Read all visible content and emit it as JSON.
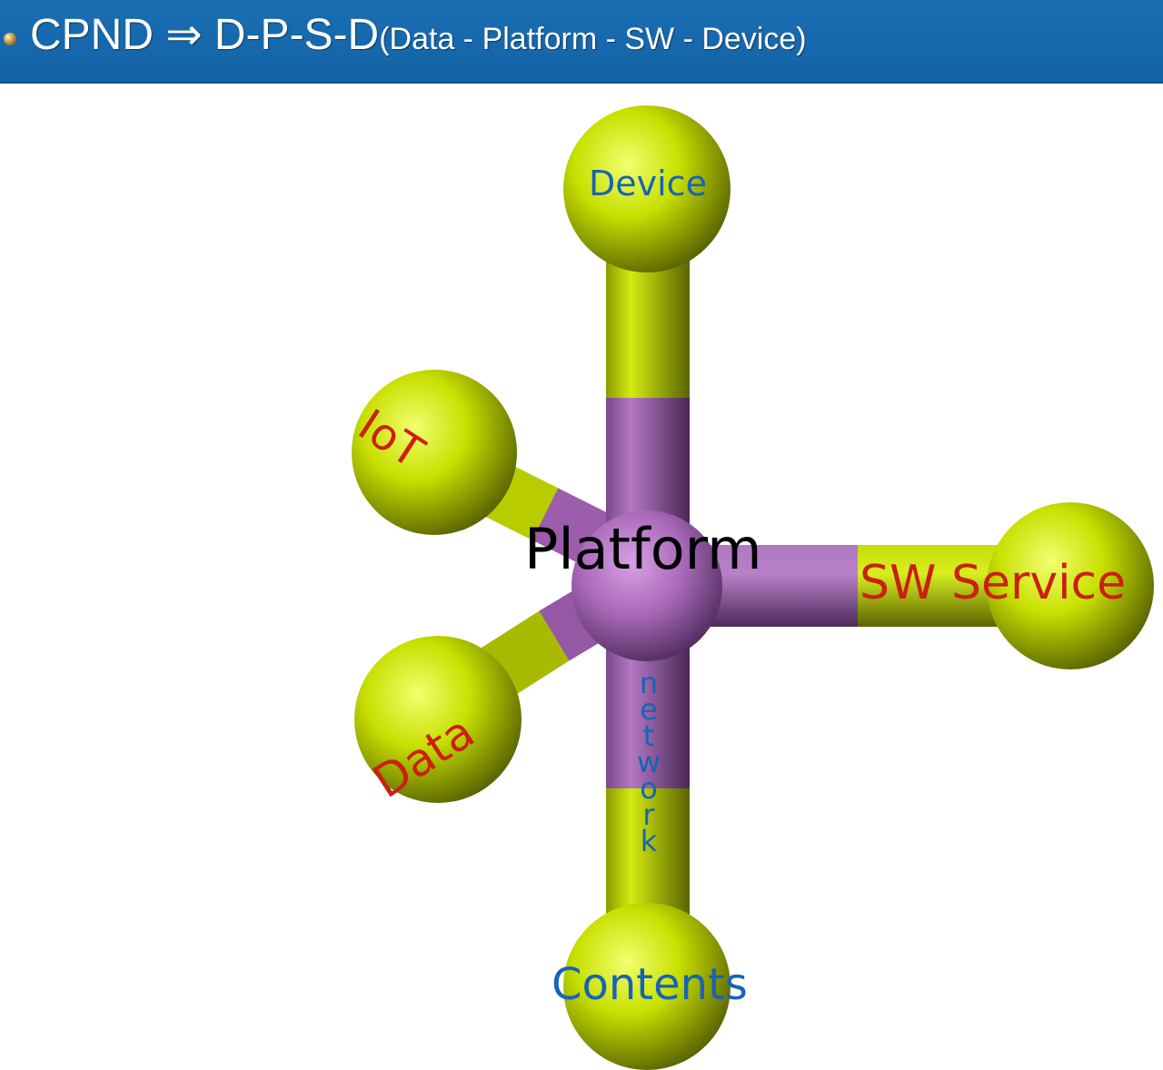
{
  "header": {
    "title_main": "CPND ⇒ D-P-S-D",
    "title_sub": "(Data - Platform - SW - Device)"
  },
  "diagram": {
    "center_label": "Platform",
    "nodes": {
      "device": "Device",
      "iot": "IoT",
      "sw_service": "SW Service",
      "data": "Data",
      "contents": "Contents"
    },
    "bond_label": "network"
  },
  "colors": {
    "header_bg": "#1462a6",
    "atom_green": "#c8e000",
    "atom_purple": "#a868b8",
    "label_blue": "#1763b8",
    "label_red": "#cc1f10"
  }
}
